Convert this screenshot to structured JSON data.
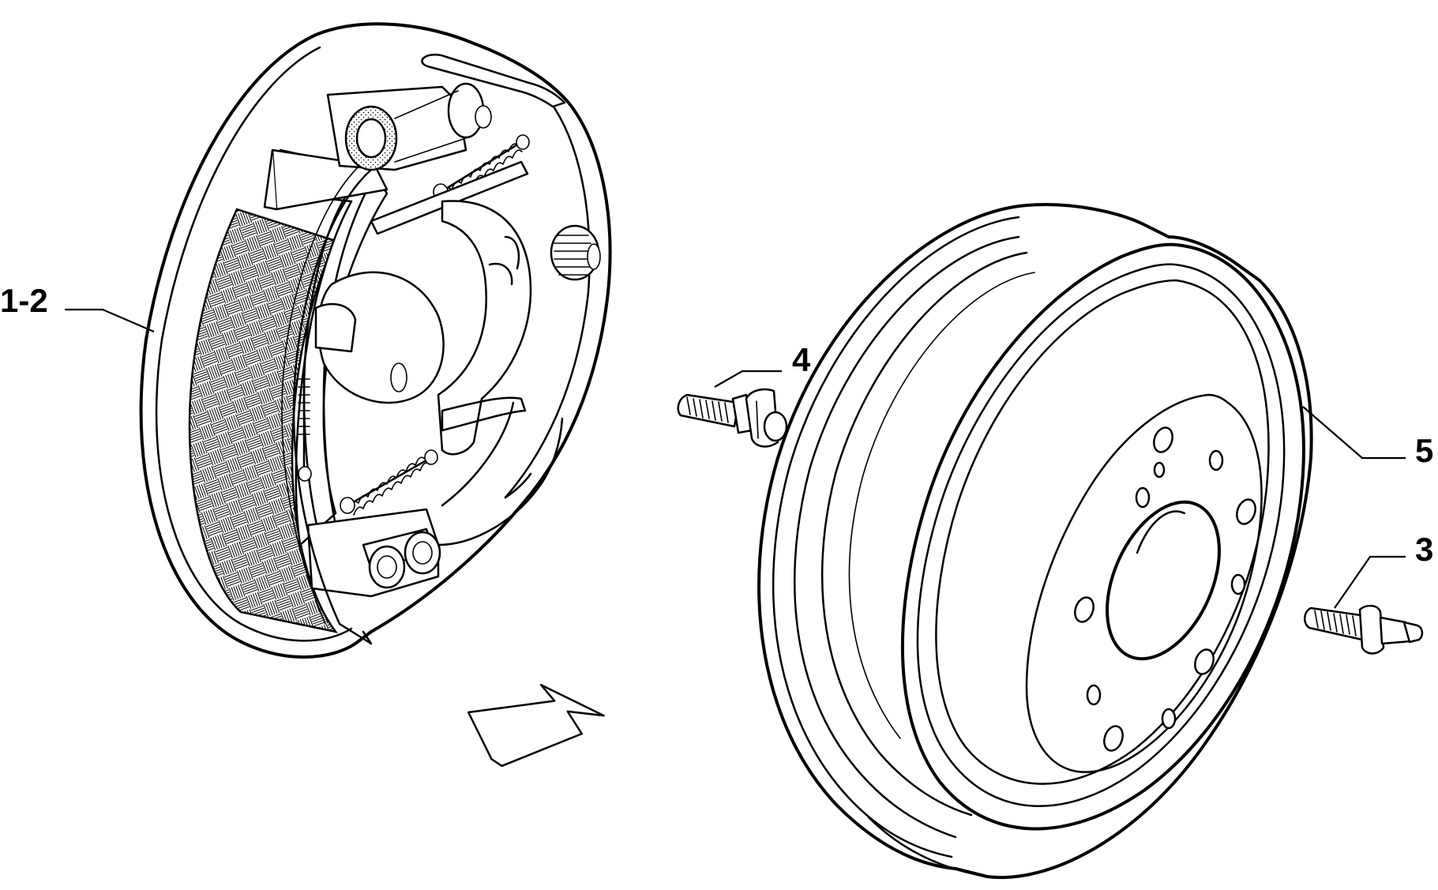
{
  "callouts": [
    {
      "id": "brake-shoe-assembly",
      "label": "1-2"
    },
    {
      "id": "wheel-bolt",
      "label": "4"
    },
    {
      "id": "brake-drum",
      "label": "5"
    },
    {
      "id": "wheel-stud",
      "label": "3"
    }
  ],
  "colors": {
    "line": "#000000",
    "background": "#ffffff"
  }
}
